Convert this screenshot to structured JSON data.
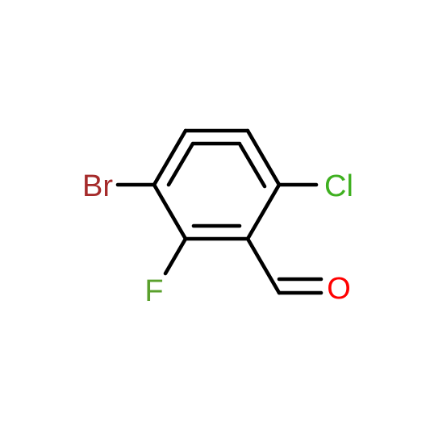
{
  "molecule": {
    "atoms": {
      "br": {
        "label": "Br",
        "color": "#a52a2a"
      },
      "cl": {
        "label": "Cl",
        "color": "#3fb020"
      },
      "f": {
        "label": "F",
        "color": "#5aa02c"
      },
      "o": {
        "label": "O",
        "color": "#ff0000"
      }
    },
    "bond_color": "#000000",
    "background": "#ffffff"
  }
}
